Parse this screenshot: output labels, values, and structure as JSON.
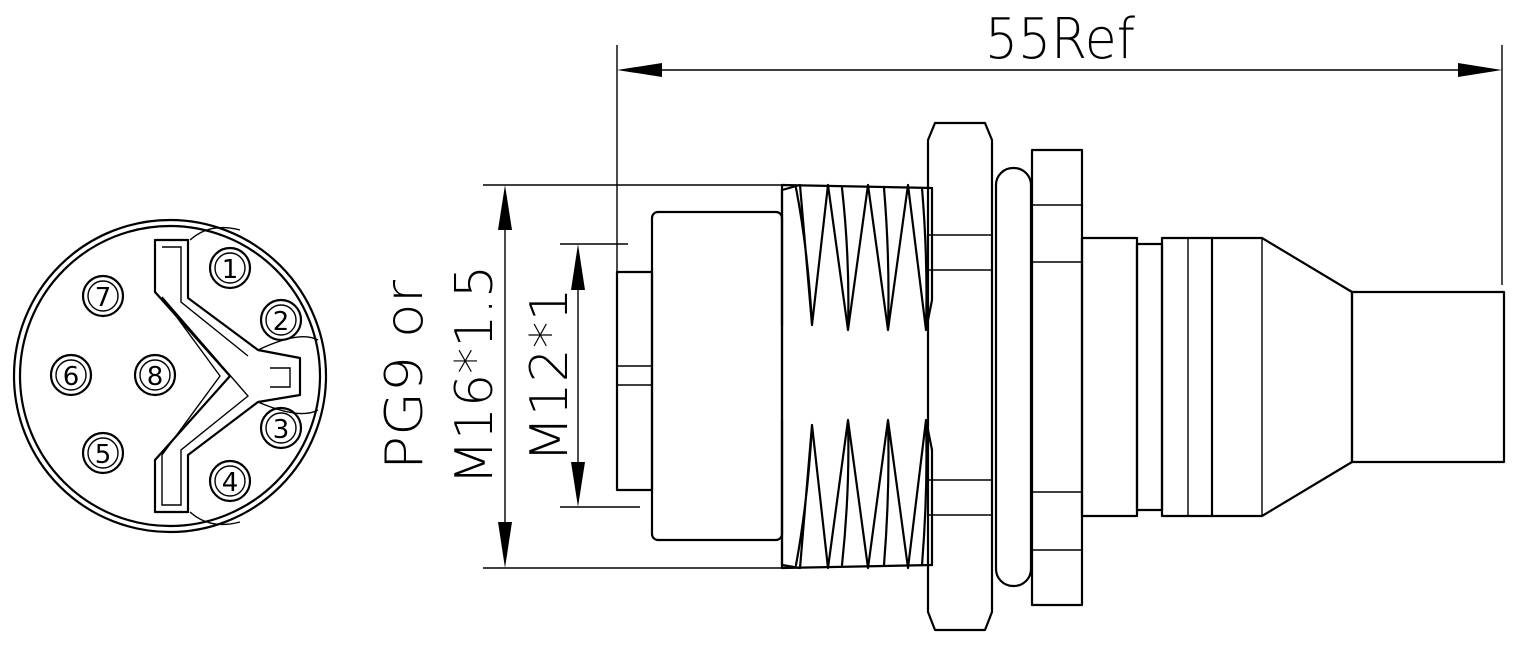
{
  "drawing": {
    "overall_length_label": "55Ref",
    "outer_thread_line1": "PG9 or",
    "outer_thread_line2": "M16*1.5",
    "inner_thread_label": "M12*1",
    "pins": [
      "1",
      "2",
      "3",
      "4",
      "5",
      "6",
      "7",
      "8"
    ]
  }
}
